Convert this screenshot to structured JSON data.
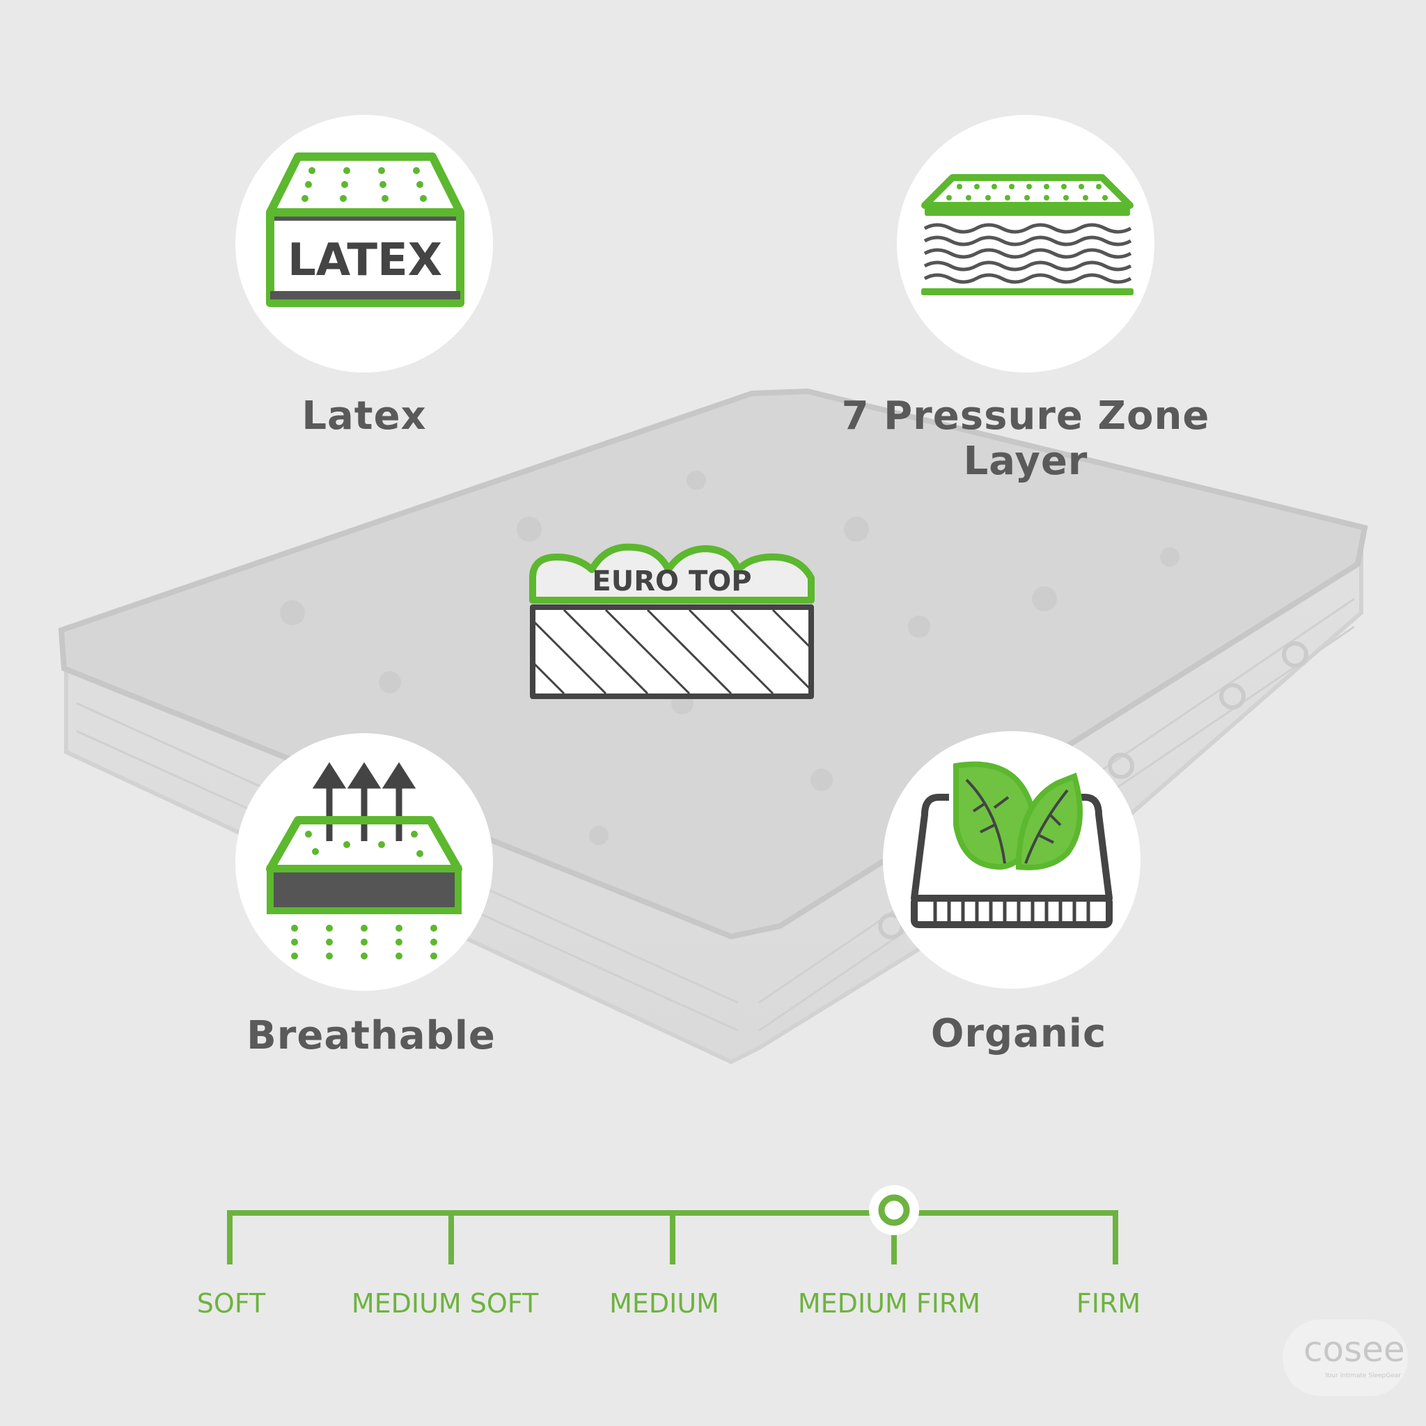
{
  "features": [
    {
      "icon": "latex-mattress-icon",
      "badge": "LATEX",
      "label": "Latex"
    },
    {
      "icon": "pressure-zone-layers-icon",
      "label": "7 Pressure Zone Layer"
    },
    {
      "icon": "breathable-mattress-icon",
      "label": "Breathable"
    },
    {
      "icon": "organic-leaf-mattress-icon",
      "label": "Organic"
    }
  ],
  "center_badge": {
    "icon": "euro-top-layer-icon",
    "label": "EURO TOP"
  },
  "firmness_scale": {
    "levels": [
      "SOFT",
      "MEDIUM SOFT",
      "MEDIUM",
      "MEDIUM FIRM",
      "FIRM"
    ],
    "selected_index": 3,
    "selected_label": "MEDIUM FIRM"
  },
  "brand": {
    "name": "cosee",
    "tagline": "Your Intimate SleepGear"
  },
  "colors": {
    "accent_green": "#6db33f",
    "icon_green": "#5cb82e",
    "text_gray": "#5a5a5a",
    "background": "#e9e9e9"
  }
}
